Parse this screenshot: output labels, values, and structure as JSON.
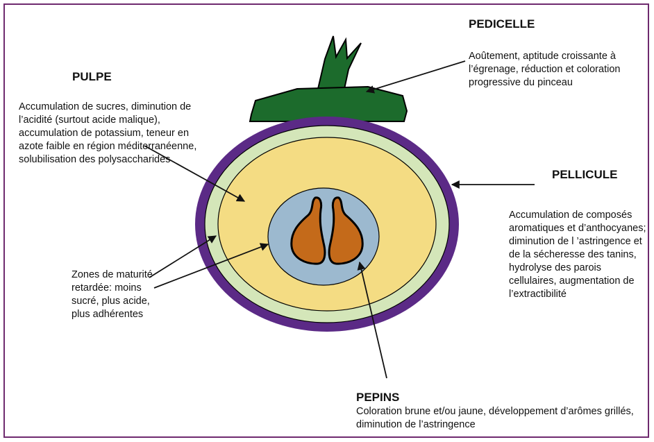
{
  "colors": {
    "frame": "#6e2a6e",
    "skin": "#5b2a86",
    "outer_zone": "#d4e6b9",
    "pulp": "#f4dc83",
    "core": "#9cb9cf",
    "seeds": "#c46a1a",
    "stem": "#1c6b2c"
  },
  "pulpe": {
    "title": "PULPE",
    "text": "Accumulation de sucres, diminution de l’acidité (surtout acide malique), accumulation de potassium, teneur en azote faible en région méditerranéenne, solubilisation des polysaccharides"
  },
  "pedicelle": {
    "title": "PEDICELLE",
    "text": "Aoûtement, aptitude croissante à l’égrenage, réduction et coloration progressive du pinceau"
  },
  "pellicule": {
    "title": "PELLICULE",
    "text": "Accumulation de composés aromatiques et d’anthocyanes; diminution de l ’astringence et de la sécheresse des tanins, hydrolyse des parois cellulaires, augmentation de l’extractibilité"
  },
  "zones": {
    "text": "Zones de maturité retardée: moins sucré, plus acide, plus adhérentes"
  },
  "pepins": {
    "title": "PEPINS",
    "text": "Coloration brune et/ou jaune, développement d’arômes grillés, diminution de l’astringence"
  }
}
